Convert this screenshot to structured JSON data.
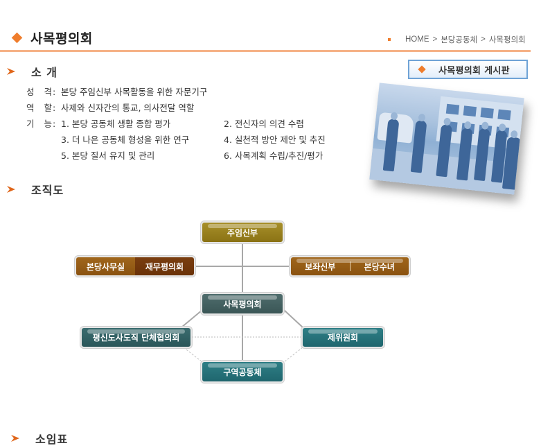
{
  "header": {
    "title": "사목평의회",
    "breadcrumb": [
      "HOME",
      "본당공동체",
      "사목평의회"
    ],
    "breadcrumb_separator": ">",
    "accent_color": "#ef7d2c",
    "rule_color": "#f6b287"
  },
  "board_button": {
    "label": "사목평의회 게시판",
    "icon": "diamond-bullet"
  },
  "sections": {
    "intro": {
      "title": "소 개",
      "icon": "arrow-right-icon"
    },
    "org": {
      "title": "조직도",
      "icon": "arrow-right-icon"
    },
    "members": {
      "title": "소임표",
      "icon": "arrow-right-icon"
    }
  },
  "intro": {
    "nature": {
      "label": "성 격",
      "value": "본당 주임신부 사목활동을 위한 자문기구"
    },
    "role": {
      "label": "역 할",
      "value": "사제와 신자간의 통교, 의사전달 역할"
    },
    "function": {
      "label": "기 능",
      "items": [
        "1. 본당 공동체 생활 종합 평가",
        "2. 전신자의 의견 수렴",
        "3. 더 나은 공동체 형성을 위한 연구",
        "4. 실천적 방안 제안 및 추진",
        "5. 본당 질서 유지 및 관리",
        "6. 사목계획 수립/추진/평가"
      ]
    },
    "colon": ":"
  },
  "photo": {
    "alt": "사목평의회 활동 사진"
  },
  "org_chart": {
    "pastor": "주임신부",
    "left_group": [
      "본당사무실",
      "재무평의회"
    ],
    "right_group": [
      "보좌신부",
      "본당수녀"
    ],
    "council": "사목평의회",
    "left_branch": "평신도사도직 단체협의회",
    "right_branch": "제위원회",
    "bottom_branch": "구역공동체"
  }
}
